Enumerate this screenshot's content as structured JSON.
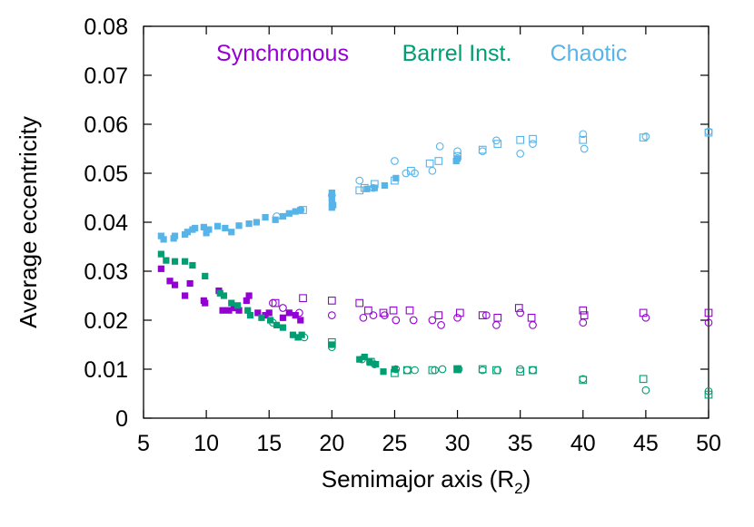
{
  "chart_data": {
    "type": "scatter",
    "xlabel": "Semimajor axis (R",
    "xlabel_sub": "2",
    "xlabel_close": ")",
    "ylabel": "Average eccentricity",
    "xlim": [
      5,
      50
    ],
    "ylim": [
      0,
      0.08
    ],
    "xticks": [
      "5",
      "10",
      "15",
      "20",
      "25",
      "30",
      "35",
      "40",
      "45",
      "50"
    ],
    "yticks": [
      "0",
      "0.01",
      "0.02",
      "0.03",
      "0.04",
      "0.05",
      "0.06",
      "0.07",
      "0.08"
    ],
    "grid": false,
    "legend_position": "top",
    "series": [
      {
        "name": "Synchronous",
        "color": "#9400d3",
        "filled": [
          [
            6.4,
            0.0305
          ],
          [
            7.1,
            0.028
          ],
          [
            7.5,
            0.0272
          ],
          [
            8.3,
            0.025
          ],
          [
            8.7,
            0.0275
          ],
          [
            9.8,
            0.024
          ],
          [
            9.9,
            0.0235
          ],
          [
            11.0,
            0.026
          ],
          [
            11.3,
            0.022
          ],
          [
            11.8,
            0.022
          ],
          [
            12.2,
            0.0225
          ],
          [
            12.6,
            0.022
          ],
          [
            13.2,
            0.024
          ],
          [
            13.4,
            0.025
          ],
          [
            14.1,
            0.0215
          ],
          [
            14.7,
            0.021
          ],
          [
            15.0,
            0.0215
          ],
          [
            16.1,
            0.0205
          ],
          [
            16.6,
            0.0215
          ],
          [
            17.1,
            0.021
          ],
          [
            17.5,
            0.02
          ]
        ],
        "open_circle": [
          [
            15.3,
            0.0235
          ],
          [
            16.1,
            0.0225
          ],
          [
            17.4,
            0.0215
          ],
          [
            20.0,
            0.021
          ],
          [
            22.5,
            0.0205
          ],
          [
            23.3,
            0.021
          ],
          [
            24.2,
            0.021
          ],
          [
            25.1,
            0.02
          ],
          [
            26.5,
            0.02
          ],
          [
            28.0,
            0.02
          ],
          [
            28.7,
            0.019
          ],
          [
            30.0,
            0.0205
          ],
          [
            32.3,
            0.021
          ],
          [
            33.1,
            0.019
          ],
          [
            35.0,
            0.0215
          ],
          [
            36.0,
            0.019
          ],
          [
            40.0,
            0.0195
          ],
          [
            45.0,
            0.0205
          ],
          [
            50.0,
            0.0195
          ]
        ],
        "open_square": [
          [
            15.5,
            0.0235
          ],
          [
            17.7,
            0.0245
          ],
          [
            20.0,
            0.024
          ],
          [
            22.2,
            0.0235
          ],
          [
            22.9,
            0.022
          ],
          [
            24.1,
            0.0215
          ],
          [
            24.9,
            0.022
          ],
          [
            26.2,
            0.022
          ],
          [
            28.5,
            0.021
          ],
          [
            30.2,
            0.0215
          ],
          [
            32.0,
            0.021
          ],
          [
            33.2,
            0.0205
          ],
          [
            34.9,
            0.0225
          ],
          [
            35.9,
            0.0205
          ],
          [
            40.0,
            0.022
          ],
          [
            40.1,
            0.021
          ],
          [
            44.8,
            0.0215
          ],
          [
            50.0,
            0.0215
          ]
        ]
      },
      {
        "name": "Barrel Inst.",
        "color": "#009e73",
        "filled": [
          [
            6.4,
            0.0335
          ],
          [
            6.8,
            0.0322
          ],
          [
            7.5,
            0.032
          ],
          [
            8.3,
            0.032
          ],
          [
            8.9,
            0.0312
          ],
          [
            9.9,
            0.029
          ],
          [
            11.1,
            0.0255
          ],
          [
            11.4,
            0.025
          ],
          [
            12.0,
            0.0235
          ],
          [
            12.5,
            0.023
          ],
          [
            13.3,
            0.022
          ],
          [
            13.5,
            0.021
          ],
          [
            14.4,
            0.0205
          ],
          [
            15.1,
            0.02
          ],
          [
            15.6,
            0.019
          ],
          [
            16.1,
            0.0185
          ],
          [
            16.9,
            0.017
          ],
          [
            17.3,
            0.0165
          ],
          [
            17.6,
            0.017
          ],
          [
            20.0,
            0.015
          ],
          [
            22.2,
            0.012
          ],
          [
            22.6,
            0.0125
          ],
          [
            23.0,
            0.0115
          ],
          [
            23.5,
            0.011
          ],
          [
            24.1,
            0.0095
          ],
          [
            25.0,
            0.01
          ],
          [
            30.0,
            0.01
          ]
        ],
        "open_circle": [
          [
            15.3,
            0.0195
          ],
          [
            17.8,
            0.0165
          ],
          [
            20.0,
            0.0145
          ],
          [
            22.4,
            0.012
          ],
          [
            23.4,
            0.011
          ],
          [
            25.1,
            0.01
          ],
          [
            26.0,
            0.0098
          ],
          [
            26.6,
            0.0098
          ],
          [
            28.2,
            0.0098
          ],
          [
            28.8,
            0.01
          ],
          [
            30.1,
            0.01
          ],
          [
            32.0,
            0.0098
          ],
          [
            33.2,
            0.0098
          ],
          [
            35.0,
            0.01
          ],
          [
            36.0,
            0.0098
          ],
          [
            40.0,
            0.008
          ],
          [
            45.0,
            0.0057
          ],
          [
            50.0,
            0.0055
          ]
        ],
        "open_square": [
          [
            20.0,
            0.0155
          ],
          [
            23.1,
            0.0115
          ],
          [
            25.0,
            0.0092
          ],
          [
            26.0,
            0.0098
          ],
          [
            28.0,
            0.0098
          ],
          [
            30.0,
            0.01
          ],
          [
            32.0,
            0.01
          ],
          [
            33.1,
            0.0098
          ],
          [
            35.0,
            0.0095
          ],
          [
            36.0,
            0.0098
          ],
          [
            40.0,
            0.0078
          ],
          [
            44.8,
            0.008
          ],
          [
            50.0,
            0.0048
          ]
        ]
      },
      {
        "name": "Chaotic",
        "color": "#56b4e9",
        "filled": [
          [
            6.4,
            0.0372
          ],
          [
            6.6,
            0.0365
          ],
          [
            7.4,
            0.0367
          ],
          [
            7.5,
            0.0372
          ],
          [
            8.3,
            0.0375
          ],
          [
            8.5,
            0.038
          ],
          [
            8.9,
            0.0385
          ],
          [
            9.1,
            0.0388
          ],
          [
            9.8,
            0.039
          ],
          [
            10.0,
            0.0378
          ],
          [
            10.2,
            0.0385
          ],
          [
            10.9,
            0.0392
          ],
          [
            11.5,
            0.0388
          ],
          [
            12.0,
            0.038
          ],
          [
            12.6,
            0.0393
          ],
          [
            13.4,
            0.0397
          ],
          [
            14.0,
            0.04
          ],
          [
            14.7,
            0.041
          ],
          [
            15.5,
            0.0405
          ],
          [
            16.1,
            0.0412
          ],
          [
            16.6,
            0.0418
          ],
          [
            17.1,
            0.0422
          ],
          [
            17.5,
            0.0425
          ],
          [
            20.0,
            0.043
          ],
          [
            20.0,
            0.044
          ],
          [
            20.0,
            0.045
          ],
          [
            20.0,
            0.046
          ],
          [
            20.1,
            0.0435
          ],
          [
            22.8,
            0.0468
          ],
          [
            23.4,
            0.047
          ],
          [
            24.2,
            0.0475
          ],
          [
            25.1,
            0.049
          ],
          [
            29.9,
            0.0525
          ],
          [
            30.0,
            0.053
          ]
        ],
        "open_circle": [
          [
            15.6,
            0.0412
          ],
          [
            17.5,
            0.0425
          ],
          [
            20.0,
            0.0455
          ],
          [
            22.2,
            0.0485
          ],
          [
            23.3,
            0.047
          ],
          [
            25.0,
            0.0525
          ],
          [
            25.9,
            0.05
          ],
          [
            26.6,
            0.05
          ],
          [
            28.0,
            0.0505
          ],
          [
            28.6,
            0.0555
          ],
          [
            30.0,
            0.0545
          ],
          [
            32.0,
            0.0545
          ],
          [
            33.1,
            0.0567
          ],
          [
            35.0,
            0.054
          ],
          [
            36.0,
            0.056
          ],
          [
            40.0,
            0.058
          ],
          [
            40.1,
            0.055
          ],
          [
            45.0,
            0.0575
          ],
          [
            50.0,
            0.0585
          ]
        ],
        "open_square": [
          [
            17.7,
            0.0425
          ],
          [
            22.2,
            0.0465
          ],
          [
            22.6,
            0.047
          ],
          [
            23.4,
            0.0478
          ],
          [
            25.0,
            0.0485
          ],
          [
            26.3,
            0.0505
          ],
          [
            27.8,
            0.052
          ],
          [
            28.5,
            0.0525
          ],
          [
            30.0,
            0.0535
          ],
          [
            32.0,
            0.0548
          ],
          [
            33.2,
            0.056
          ],
          [
            35.0,
            0.0568
          ],
          [
            36.0,
            0.057
          ],
          [
            40.0,
            0.0568
          ],
          [
            44.8,
            0.0573
          ],
          [
            50.0,
            0.0583
          ]
        ]
      }
    ]
  }
}
